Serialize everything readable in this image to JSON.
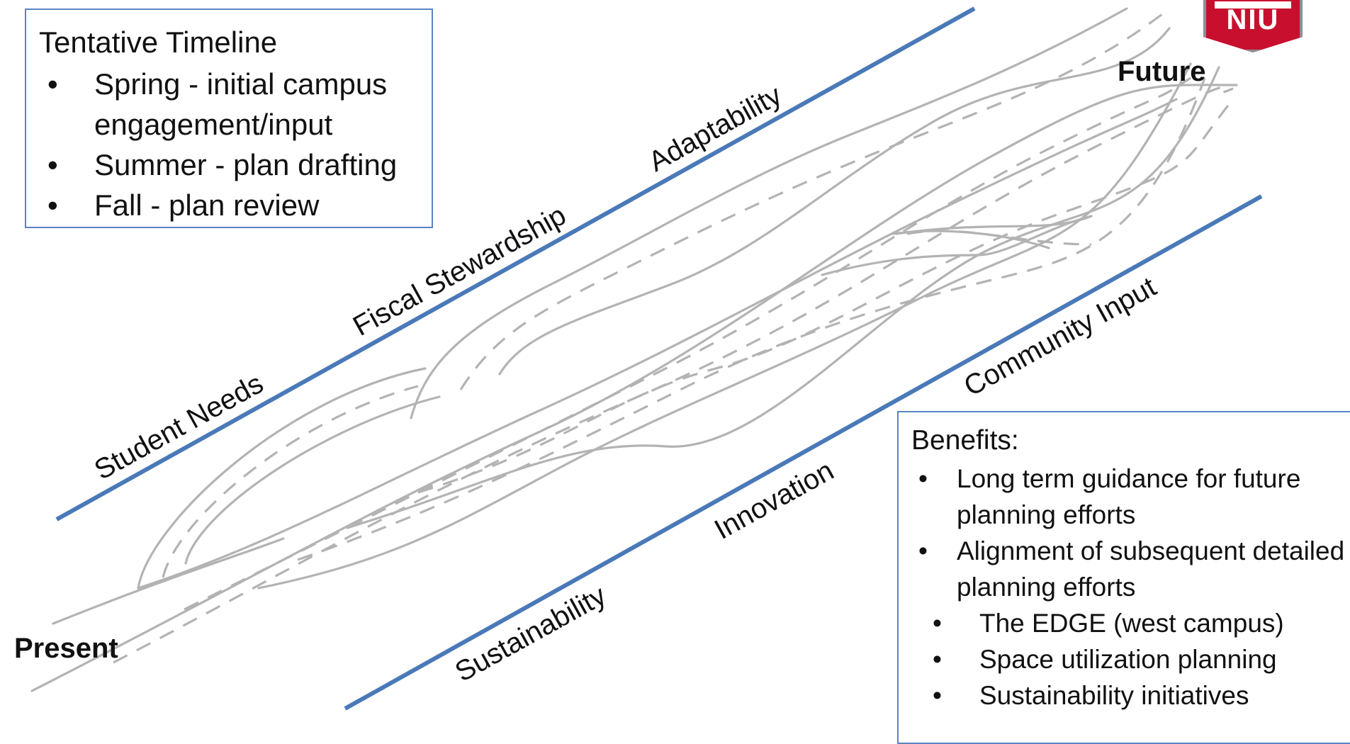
{
  "timeline": {
    "title": "Tentative Timeline",
    "items": [
      "Spring - initial campus engagement/input",
      "Summer - plan drafting",
      "Fall - plan review"
    ]
  },
  "benefits": {
    "title": "Benefits:",
    "items": [
      "Long term guidance for future planning efforts",
      "Alignment of subsequent detailed planning efforts"
    ],
    "subitems": [
      "The EDGE (west campus)",
      "Space utilization planning",
      "Sustainability initiatives"
    ]
  },
  "bullet": "•",
  "endpoints": {
    "start": "Present",
    "end": "Future"
  },
  "upper_values": [
    "Student Needs",
    "Fiscal Stewardship",
    "Adaptability"
  ],
  "lower_values": [
    "Sustainability",
    "Innovation",
    "Community Input"
  ],
  "logo": {
    "text": "NIU",
    "color": "#c8102e"
  },
  "colors": {
    "guide_line": "#4a79b8",
    "road": "#b3b3b3",
    "box_border": "#5a84c2"
  }
}
